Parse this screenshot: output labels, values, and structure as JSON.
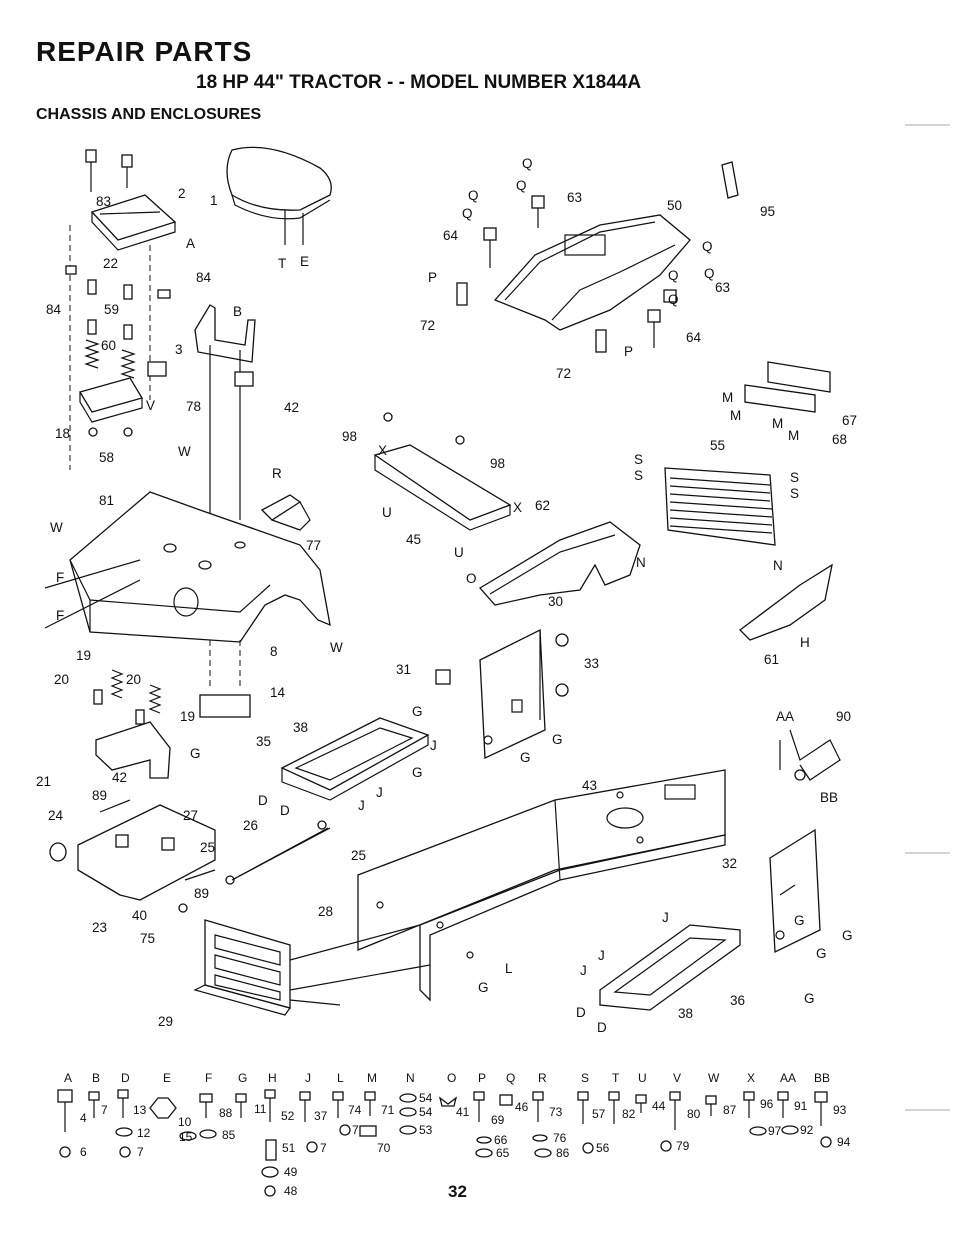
{
  "header": {
    "title": "REPAIR PARTS",
    "subtitle": "18 HP 44\" TRACTOR - - MODEL NUMBER X1844A",
    "section": "CHASSIS AND ENCLOSURES"
  },
  "page_number": "32",
  "callouts": [
    {
      "id": "c1",
      "text": "1"
    },
    {
      "id": "c2",
      "text": "2"
    },
    {
      "id": "c83",
      "text": "83"
    },
    {
      "id": "cA",
      "text": "A"
    },
    {
      "id": "cT",
      "text": "T"
    },
    {
      "id": "cE",
      "text": "E"
    },
    {
      "id": "c22",
      "text": "22"
    },
    {
      "id": "c84a",
      "text": "84"
    },
    {
      "id": "c84b",
      "text": "84"
    },
    {
      "id": "c59",
      "text": "59"
    },
    {
      "id": "c60",
      "text": "60"
    },
    {
      "id": "c3",
      "text": "3"
    },
    {
      "id": "cB",
      "text": "B"
    },
    {
      "id": "c78",
      "text": "78"
    },
    {
      "id": "c42a",
      "text": "42"
    },
    {
      "id": "cV",
      "text": "V"
    },
    {
      "id": "c18",
      "text": "18"
    },
    {
      "id": "c58",
      "text": "58"
    },
    {
      "id": "c81",
      "text": "81"
    },
    {
      "id": "cW1",
      "text": "W"
    },
    {
      "id": "cW2",
      "text": "W"
    },
    {
      "id": "cW3",
      "text": "W"
    },
    {
      "id": "cR",
      "text": "R"
    },
    {
      "id": "c77",
      "text": "77"
    },
    {
      "id": "cF1",
      "text": "F"
    },
    {
      "id": "cF2",
      "text": "F"
    },
    {
      "id": "c8",
      "text": "8"
    },
    {
      "id": "c19a",
      "text": "19"
    },
    {
      "id": "c20a",
      "text": "20"
    },
    {
      "id": "c20b",
      "text": "20"
    },
    {
      "id": "c19b",
      "text": "19"
    },
    {
      "id": "c14",
      "text": "14"
    },
    {
      "id": "c21",
      "text": "21"
    },
    {
      "id": "cG1",
      "text": "G"
    },
    {
      "id": "c42b",
      "text": "42"
    },
    {
      "id": "c89a",
      "text": "89"
    },
    {
      "id": "c27",
      "text": "27"
    },
    {
      "id": "c24",
      "text": "24"
    },
    {
      "id": "c26",
      "text": "26"
    },
    {
      "id": "c25a",
      "text": "25"
    },
    {
      "id": "c25b",
      "text": "25"
    },
    {
      "id": "c89b",
      "text": "89"
    },
    {
      "id": "c40",
      "text": "40"
    },
    {
      "id": "c75",
      "text": "75"
    },
    {
      "id": "c23",
      "text": "23"
    },
    {
      "id": "c29",
      "text": "29"
    },
    {
      "id": "c28",
      "text": "28"
    },
    {
      "id": "cQ1",
      "text": "Q"
    },
    {
      "id": "cQ2",
      "text": "Q"
    },
    {
      "id": "cQ3",
      "text": "Q"
    },
    {
      "id": "cQ4",
      "text": "Q"
    },
    {
      "id": "c63a",
      "text": "63"
    },
    {
      "id": "c64a",
      "text": "64"
    },
    {
      "id": "c50",
      "text": "50"
    },
    {
      "id": "c95",
      "text": "95"
    },
    {
      "id": "cQ5",
      "text": "Q"
    },
    {
      "id": "cQ6",
      "text": "Q"
    },
    {
      "id": "cQ7",
      "text": "Q"
    },
    {
      "id": "cQ8",
      "text": "Q"
    },
    {
      "id": "c63b",
      "text": "63"
    },
    {
      "id": "cP1",
      "text": "P"
    },
    {
      "id": "c72a",
      "text": "72"
    },
    {
      "id": "c64b",
      "text": "64"
    },
    {
      "id": "c72b",
      "text": "72"
    },
    {
      "id": "cP2",
      "text": "P"
    },
    {
      "id": "c98a",
      "text": "98"
    },
    {
      "id": "cX1",
      "text": "X"
    },
    {
      "id": "c98b",
      "text": "98"
    },
    {
      "id": "cU1",
      "text": "U"
    },
    {
      "id": "cU2",
      "text": "U"
    },
    {
      "id": "cX2",
      "text": "X"
    },
    {
      "id": "c45",
      "text": "45"
    },
    {
      "id": "cM1",
      "text": "M"
    },
    {
      "id": "cM2",
      "text": "M"
    },
    {
      "id": "cM3",
      "text": "M"
    },
    {
      "id": "cM4",
      "text": "M"
    },
    {
      "id": "c67",
      "text": "67"
    },
    {
      "id": "c68",
      "text": "68"
    },
    {
      "id": "cS1",
      "text": "S"
    },
    {
      "id": "cS2",
      "text": "S"
    },
    {
      "id": "c55",
      "text": "55"
    },
    {
      "id": "cS3",
      "text": "S"
    },
    {
      "id": "cS4",
      "text": "S"
    },
    {
      "id": "c62",
      "text": "62"
    },
    {
      "id": "cN1",
      "text": "N"
    },
    {
      "id": "cO",
      "text": "O"
    },
    {
      "id": "cN2",
      "text": "N"
    },
    {
      "id": "cH",
      "text": "H"
    },
    {
      "id": "c61",
      "text": "61"
    },
    {
      "id": "c30",
      "text": "30"
    },
    {
      "id": "c31",
      "text": "31"
    },
    {
      "id": "c33",
      "text": "33"
    },
    {
      "id": "cG2",
      "text": "G"
    },
    {
      "id": "cG3",
      "text": "G"
    },
    {
      "id": "cG4",
      "text": "G"
    },
    {
      "id": "cG5",
      "text": "G"
    },
    {
      "id": "cJ1",
      "text": "J"
    },
    {
      "id": "c38a",
      "text": "38"
    },
    {
      "id": "c35",
      "text": "35"
    },
    {
      "id": "cD1",
      "text": "D"
    },
    {
      "id": "cD2",
      "text": "D"
    },
    {
      "id": "cJ2",
      "text": "J"
    },
    {
      "id": "cJ3",
      "text": "J"
    },
    {
      "id": "cAA",
      "text": "AA"
    },
    {
      "id": "c90",
      "text": "90"
    },
    {
      "id": "cBB",
      "text": "BB"
    },
    {
      "id": "c43",
      "text": "43"
    },
    {
      "id": "c32",
      "text": "32"
    },
    {
      "id": "cG6",
      "text": "G"
    },
    {
      "id": "cG7",
      "text": "G"
    },
    {
      "id": "cG8",
      "text": "G"
    },
    {
      "id": "cG9",
      "text": "G"
    },
    {
      "id": "cG10",
      "text": "G"
    },
    {
      "id": "cL",
      "text": "L"
    },
    {
      "id": "cJ4",
      "text": "J"
    },
    {
      "id": "cJ5",
      "text": "J"
    },
    {
      "id": "cJ6",
      "text": "J"
    },
    {
      "id": "cD3",
      "text": "D"
    },
    {
      "id": "cD4",
      "text": "D"
    },
    {
      "id": "c38b",
      "text": "38"
    },
    {
      "id": "c36",
      "text": "36"
    }
  ],
  "legend": {
    "letters": [
      "A",
      "B",
      "D",
      "E",
      "F",
      "G",
      "H",
      "J",
      "L",
      "M",
      "N",
      "O",
      "P",
      "Q",
      "R",
      "S",
      "T",
      "U",
      "V",
      "W",
      "X",
      "AA",
      "BB"
    ],
    "numbers": [
      "4",
      "7",
      "13",
      "12",
      "10",
      "15",
      "85",
      "6",
      "7",
      "88",
      "11",
      "52",
      "37",
      "51",
      "7",
      "74",
      "7",
      "71",
      "70",
      "54",
      "54",
      "53",
      "41",
      "46",
      "69",
      "66",
      "65",
      "73",
      "76",
      "86",
      "56",
      "57",
      "82",
      "44",
      "80",
      "79",
      "87",
      "96",
      "91",
      "97",
      "92",
      "93",
      "94",
      "49",
      "48"
    ]
  }
}
